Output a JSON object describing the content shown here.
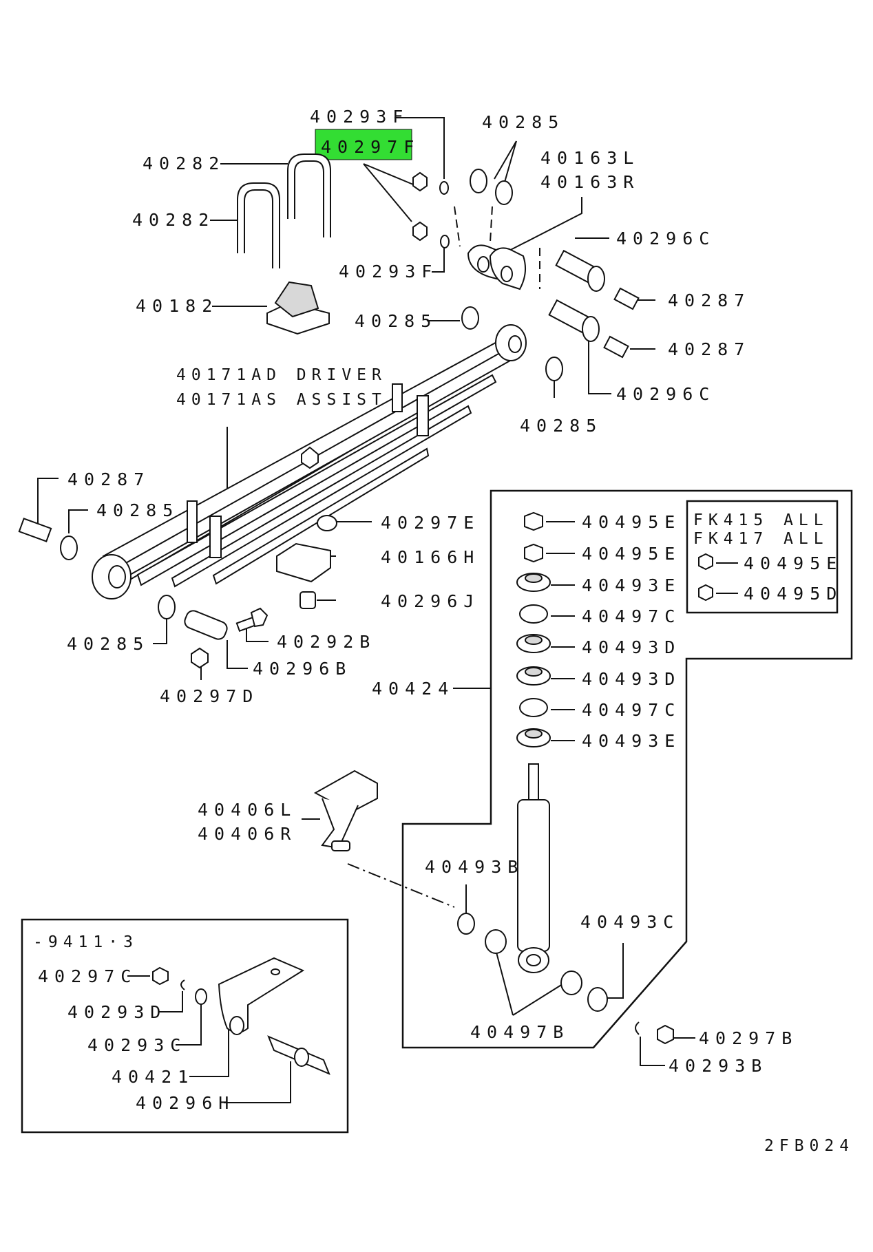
{
  "highlight_color": "#33dd33",
  "labels": {
    "p40293F_top": "40293F",
    "p40297F": "40297F",
    "p40285_top": "40285",
    "p40163L": "40163L",
    "p40163R": "40163R",
    "p40296C_top": "40296C",
    "p40282_a": "40282",
    "p40282_b": "40282",
    "p40293F_bot": "40293F",
    "p40287_a": "40287",
    "p40287_b": "40287",
    "p40182": "40182",
    "p40285_mid": "40285",
    "p40296C_bot": "40296C",
    "p40171AD": "40171AD DRIVER",
    "p40171AS": "40171AS ASSIST",
    "p40285_right": "40285",
    "p40287_left": "40287",
    "p40285_left": "40285",
    "p40297E": "40297E",
    "p40166H": "40166H",
    "p40296J": "40296J",
    "p40285_low": "40285",
    "p40292B": "40292B",
    "p40296B": "40296B",
    "p40297D": "40297D",
    "p40424": "40424",
    "p40495E_a": "40495E",
    "p40495E_b": "40495E",
    "p40493E_a": "40493E",
    "p40497C_a": "40497C",
    "p40493D_a": "40493D",
    "p40493D_b": "40493D",
    "p40497C_b": "40497C",
    "p40493E_b": "40493E",
    "fk415": "FK415 ALL",
    "fk417": "FK417 ALL",
    "fk_40495E": "40495E",
    "fk_40495D": "40495D",
    "p40406L": "40406L",
    "p40406R": "40406R",
    "p40493B_upper": "40493B",
    "p40493C_right": "40493C",
    "p40497B_bot": "40497B",
    "p40297B": "40297B",
    "p40293B": "40293B",
    "inset_title": "-9411·3",
    "in_40297C": "40297C",
    "in_40293D": "40293D",
    "in_40293C": "40293C",
    "in_40421": "40421",
    "in_40296H": "40296H",
    "diagram_code": "2FB024"
  }
}
